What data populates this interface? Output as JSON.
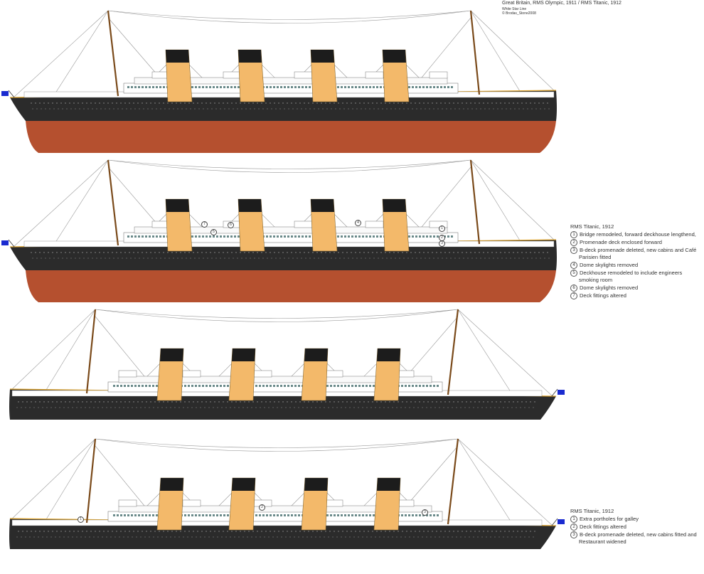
{
  "header": {
    "title": "Great Britain, RMS Olympic, 1911 / RMS Titanic, 1912",
    "line": "White Star Line",
    "credit": "© Brodas_Stone2008"
  },
  "legend_upper": {
    "title": "RMS Titanic, 1912",
    "items": [
      {
        "num": "1",
        "text": "Bridge remodeled, forward deckhouse lengthend,"
      },
      {
        "num": "2",
        "text": "Promenade deck enclosed forward"
      },
      {
        "num": "3",
        "text": "B-deck promenade deleted, new cabins and Café Parisien fitted"
      },
      {
        "num": "4",
        "text": "Dome skylights removed"
      },
      {
        "num": "5",
        "text": "Deckhouse remodeled to include engineers smoking room"
      },
      {
        "num": "6",
        "text": "Dome skylights removed"
      },
      {
        "num": "7",
        "text": "Deck fittings altered"
      }
    ]
  },
  "legend_lower": {
    "title": "RMS Titanic, 1912",
    "items": [
      {
        "num": "1",
        "text": "Extra portholes for galley"
      },
      {
        "num": "2",
        "text": "Deck fittings altered"
      },
      {
        "num": "3",
        "text": "B-deck promenade deleted, new cabins fitted and Restaurant widened"
      }
    ]
  },
  "callouts_ship2": [
    "7",
    "5",
    "6",
    "4",
    "1",
    "2",
    "3"
  ],
  "callouts_ship4": [
    "1",
    "2",
    "3"
  ],
  "colors": {
    "hull_black": "#2b2b2b",
    "hull_red": "#b5502f",
    "funnel_buff": "#f3b96a",
    "funnel_top": "#1c1c1c",
    "flag": "#1a2bd0"
  }
}
